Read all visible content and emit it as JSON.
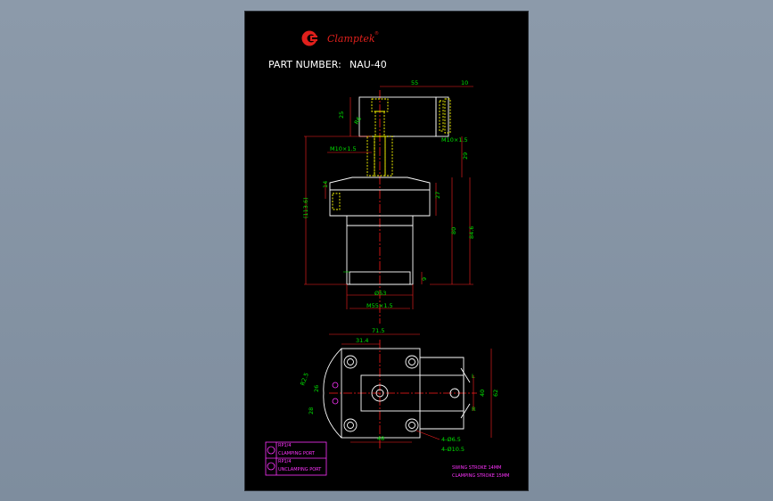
{
  "brand": {
    "name": "Clamptek",
    "reg": "®",
    "color": "#e0201c"
  },
  "title": {
    "label": "PART NUMBER:",
    "value": "NAU-40"
  },
  "colors": {
    "outline": "#ffffff",
    "hidden": "#ffff00",
    "centerline": "#ff1a1a",
    "dimension": "#00e000",
    "note": "#ff33ff",
    "background": "#000000"
  },
  "side_view_dims": {
    "arm_length": "55",
    "arm_end": "10",
    "arm_height": "25",
    "screw_radius": "R6",
    "thread_top": "M10×1.5",
    "thread_side": "M10×1.5",
    "offset": "29",
    "overall": "(113.6)",
    "flange": "14",
    "body_upper": "27",
    "body_height": "80",
    "total_height": "84.6",
    "base_step": "9",
    "diameter": "Ø53",
    "thread_base": "M55×1.5"
  },
  "top_view_dims": {
    "width": "71.5",
    "center_offset": "31.4",
    "flange_r": "R2.5",
    "v1": "26",
    "v2": "28",
    "height_inner": "40",
    "height_outer": "62",
    "hole_spacing": "48",
    "holes_a": "4-Ø6.5",
    "holes_b": "4-Ø10.5",
    "rot_l": "L",
    "rot_r": "R"
  },
  "legend": [
    {
      "code": "RP1/4",
      "label": "CLAMPING PORT"
    },
    {
      "code": "RP1/4",
      "label": "UNCLAMPING PORT"
    }
  ],
  "notes": {
    "swing": "SWING STROKE 14MM",
    "clamp": "CLAMPING STROKE 15MM"
  }
}
